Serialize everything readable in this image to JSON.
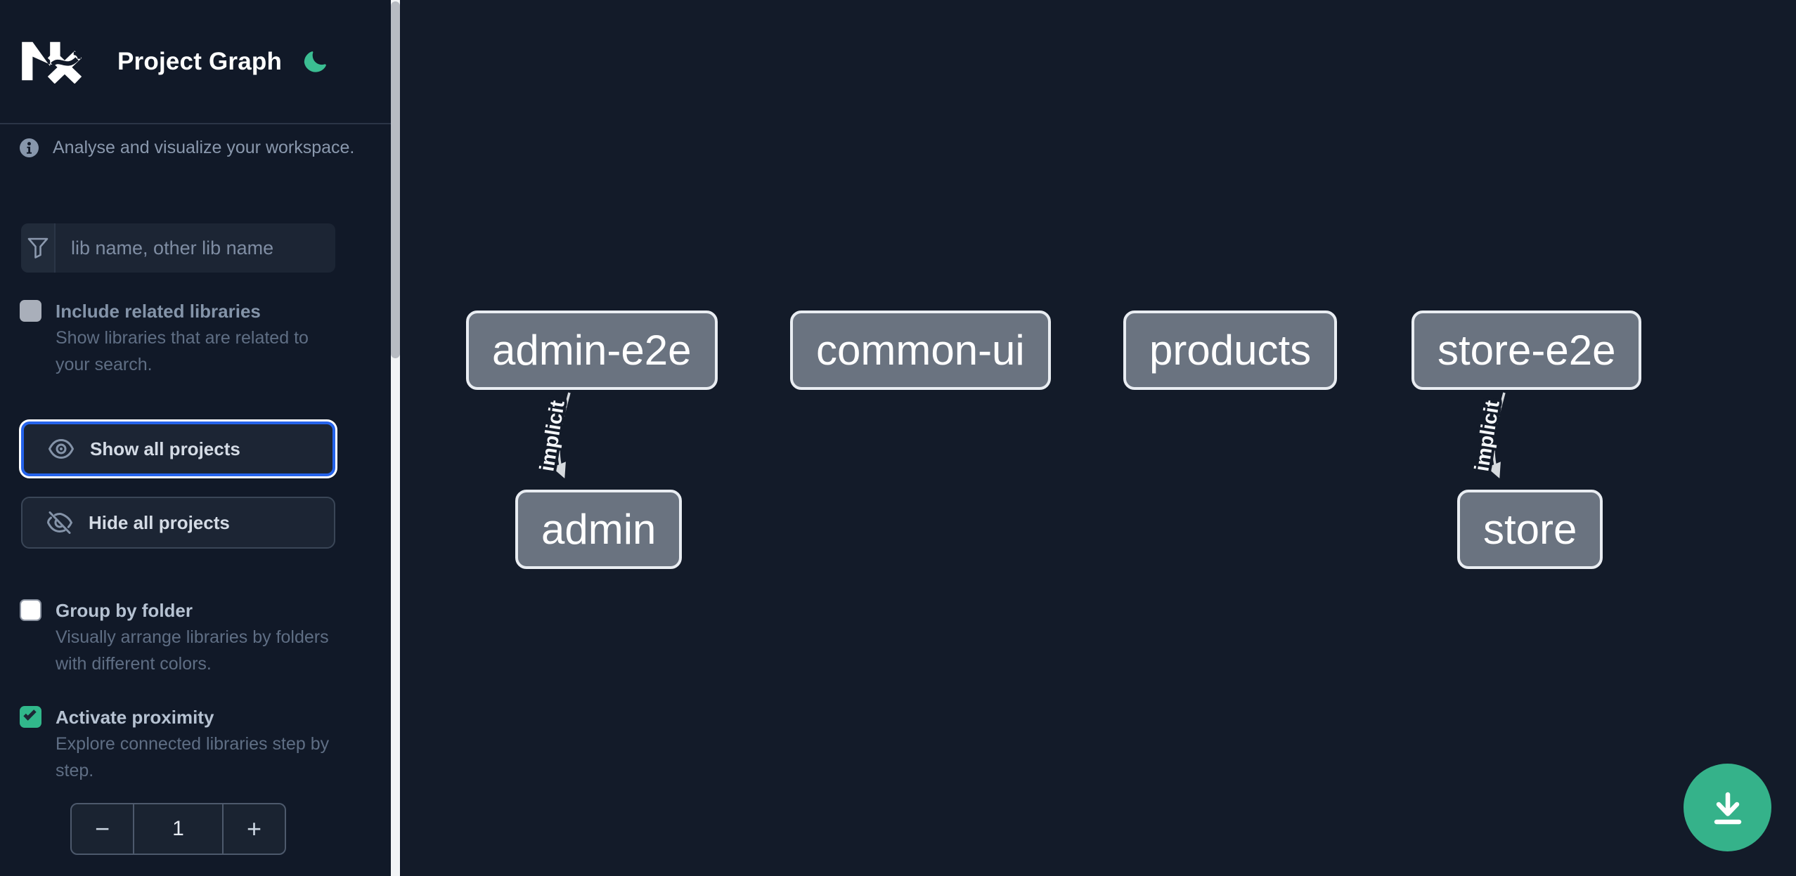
{
  "sidebar": {
    "app_name": "Nx",
    "title": "Project Graph",
    "intro": "Analyse and visualize your workspace.",
    "filter": {
      "placeholder": "lib name, other lib name",
      "value": ""
    },
    "include_related": {
      "label": "Include related libraries",
      "description": "Show libraries that are related to your search.",
      "checked": false,
      "disabled": true
    },
    "buttons": {
      "show_all": "Show all projects",
      "hide_all": "Hide all projects",
      "focused_button": "show_all"
    },
    "group_by_folder": {
      "label": "Group by folder",
      "description": "Visually arrange libraries by folders with different colors.",
      "checked": false
    },
    "activate_proximity": {
      "label": "Activate proximity",
      "description": "Explore connected libraries step by step.",
      "checked": true
    },
    "proximity_stepper": {
      "decrement_label": "−",
      "value": "1",
      "increment_label": "+"
    }
  },
  "graph": {
    "nodes": [
      {
        "id": "admin-e2e",
        "label": "admin-e2e"
      },
      {
        "id": "common-ui",
        "label": "common-ui"
      },
      {
        "id": "products",
        "label": "products"
      },
      {
        "id": "store-e2e",
        "label": "store-e2e"
      },
      {
        "id": "admin",
        "label": "admin"
      },
      {
        "id": "store",
        "label": "store"
      }
    ],
    "edges": [
      {
        "source": "admin-e2e",
        "target": "admin",
        "label": "implicit"
      },
      {
        "source": "store-e2e",
        "target": "store",
        "label": "implicit"
      }
    ]
  },
  "fab": {
    "icon": "download-icon"
  },
  "colors": {
    "accent_green": "#3bbd92",
    "fab_green": "#35b28a",
    "focus_blue": "#2563eb",
    "node_fill": "#6a7380",
    "node_border": "#e9edf2",
    "edge_gray": "#d6dade",
    "sidebar_bg": "#111928",
    "canvas_bg": "#131b29"
  }
}
